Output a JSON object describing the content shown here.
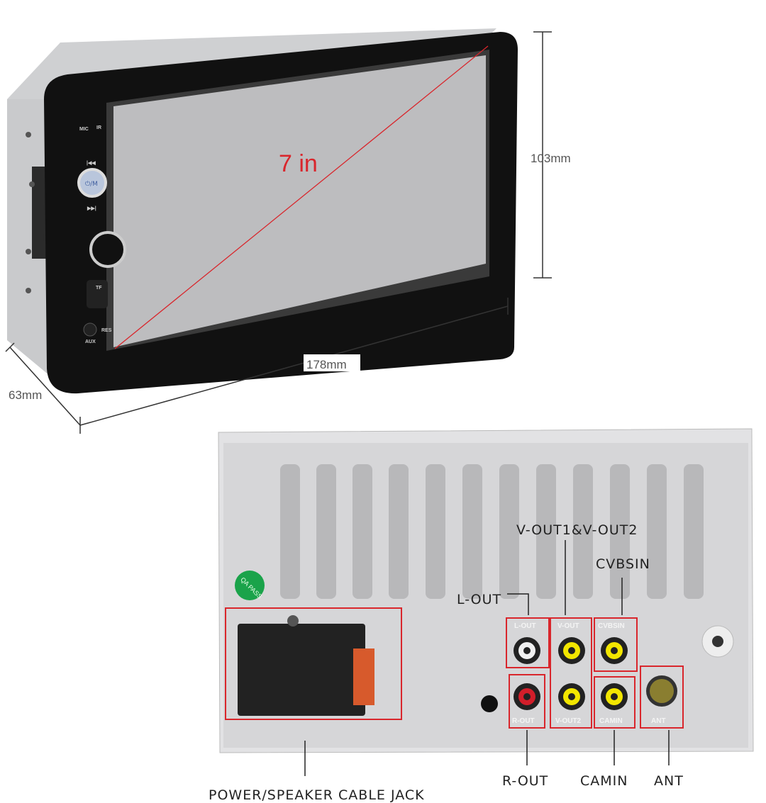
{
  "front": {
    "screen_size": "7 in",
    "height_dim": "103mm",
    "width_dim": "178mm",
    "depth_dim": "63mm",
    "panel_labels": {
      "mic": "MIC",
      "ir": "IR",
      "tf": "TF",
      "aux": "AUX",
      "res": "RES",
      "power": "⏻/M"
    }
  },
  "rear": {
    "badge": "QA PASS",
    "callouts": {
      "vout": "V-OUT1&V-OUT2",
      "cvbsin": "CVBSIN",
      "lout": "L-OUT",
      "rout": "R-OUT",
      "camin": "CAMIN",
      "ant": "ANT",
      "power": "POWER/SPEAKER CABLE JACK"
    },
    "port_labels": {
      "lout": "L-OUT",
      "vout1": "V-OUT",
      "cvbsin": "CVBSIN",
      "rout": "R-OUT",
      "vout2": "V-OUT2",
      "camin": "CAMIN",
      "ant": "ANT"
    }
  },
  "colors": {
    "highlight": "#d9262c",
    "rca_white": "#f0f0f0",
    "rca_red": "#d21e2a",
    "rca_yellow": "#f2e600",
    "badge": "#1aa34a"
  }
}
